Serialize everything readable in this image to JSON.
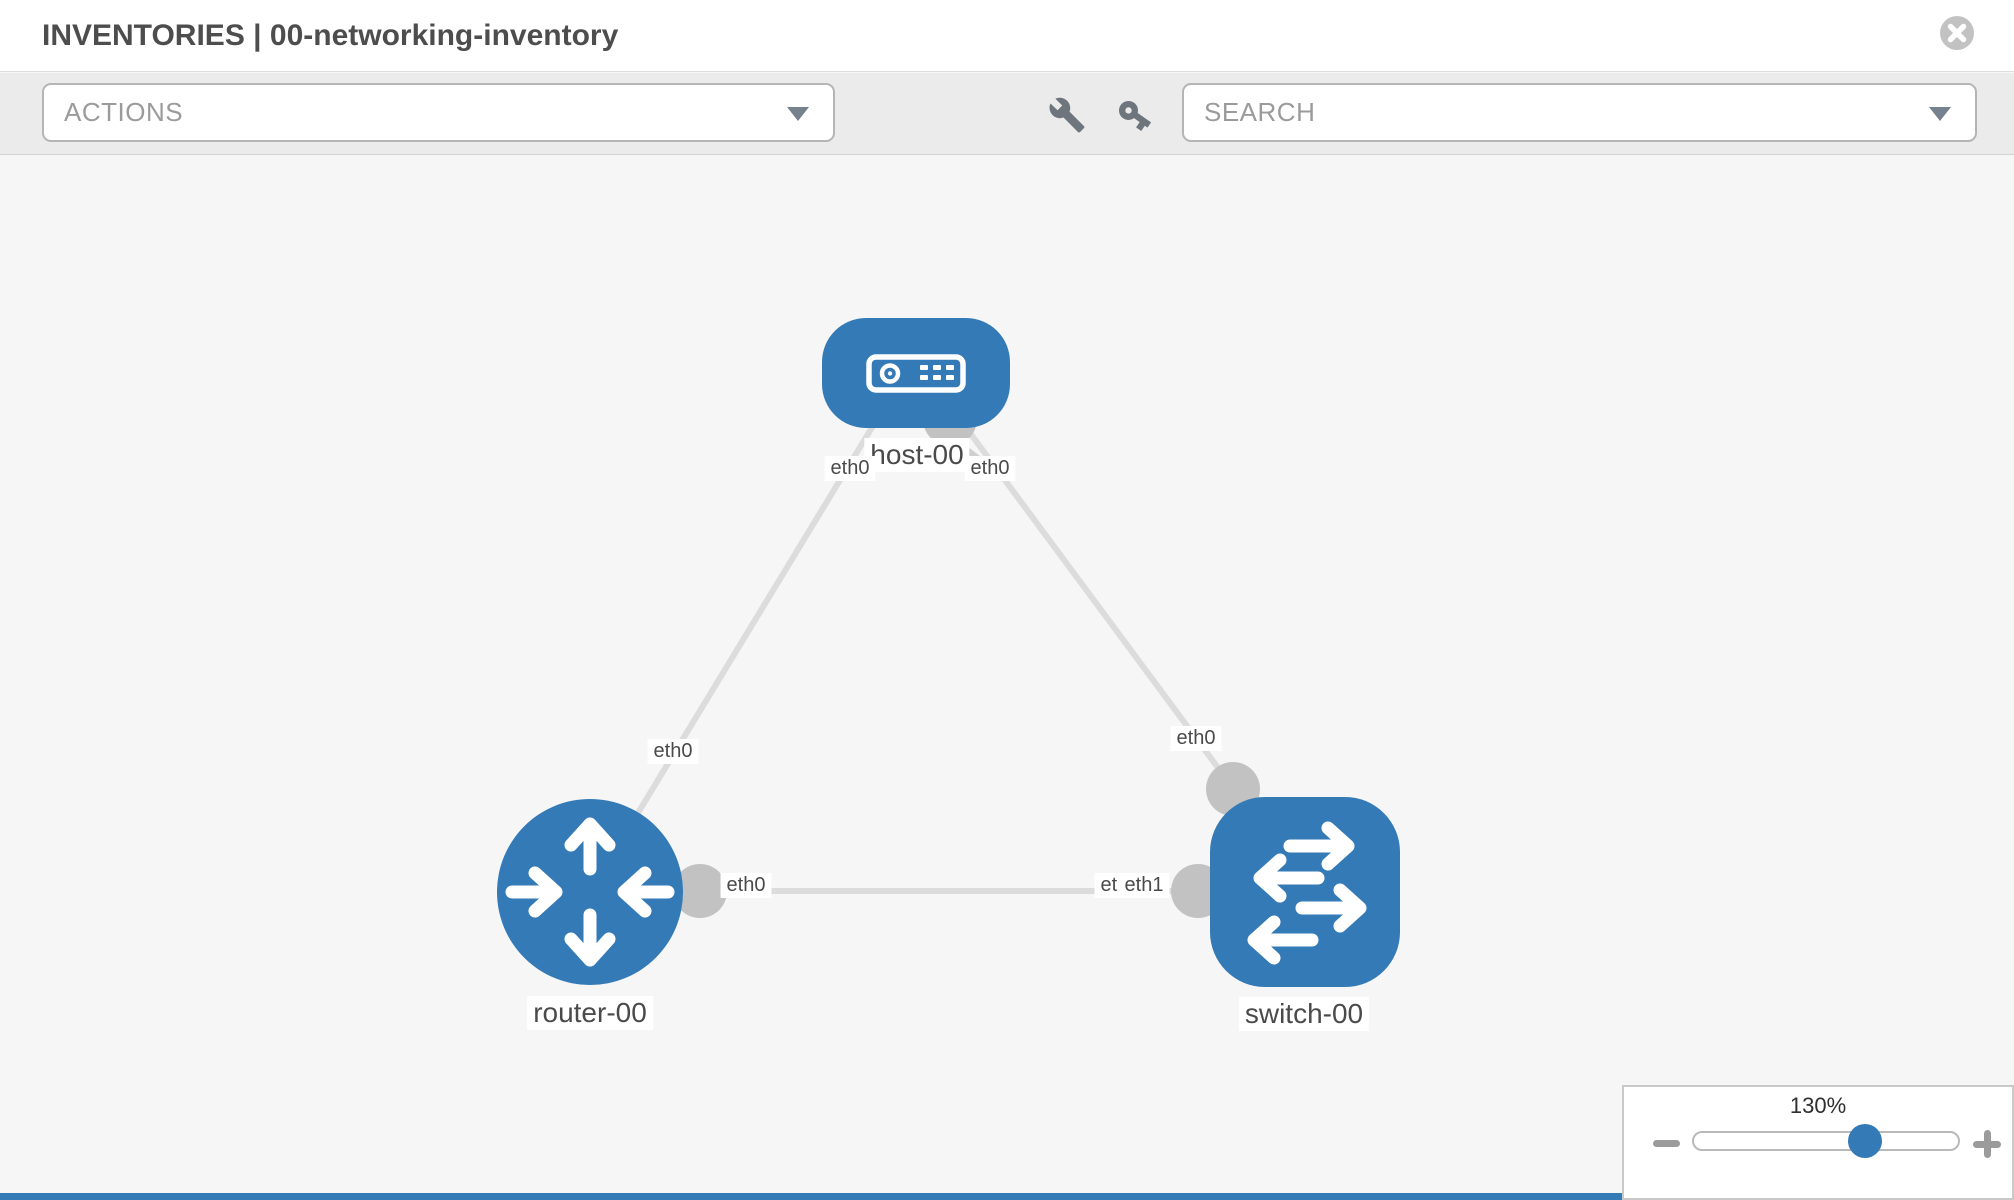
{
  "header": {
    "title": "INVENTORIES | 00-networking-inventory"
  },
  "toolbar": {
    "actions_label": "ACTIONS",
    "search_label": "SEARCH",
    "icons": [
      "wrench-icon",
      "key-icon"
    ]
  },
  "topology": {
    "nodes": {
      "host": {
        "label": "host-00",
        "type": "host"
      },
      "router": {
        "label": "router-00",
        "type": "router"
      },
      "switch": {
        "label": "switch-00",
        "type": "switch"
      }
    },
    "links": [
      {
        "from": "host-00",
        "to": "router-00",
        "from_iface": "eth0",
        "to_iface": "eth0"
      },
      {
        "from": "host-00",
        "to": "switch-00",
        "from_iface": "eth0",
        "to_iface": "eth0"
      },
      {
        "from": "router-00",
        "to": "switch-00",
        "from_iface": "eth0",
        "to_iface": "eth1"
      }
    ],
    "interfaces": {
      "host_left": "eth0",
      "host_right": "eth0",
      "link_host_router_mid": "eth0",
      "link_host_switch_mid": "eth0",
      "link_bottom_router_side": "eth0",
      "link_bottom_switch_side_back": "eth0",
      "link_bottom_switch_side_front": "eth1"
    },
    "colors": {
      "node_blue": "#337ab7",
      "link_gray": "#dcdcdc",
      "port_gray": "#c2c2c2",
      "label_text": "#4a4a4a"
    }
  },
  "zoom_control": {
    "level": "130%"
  }
}
